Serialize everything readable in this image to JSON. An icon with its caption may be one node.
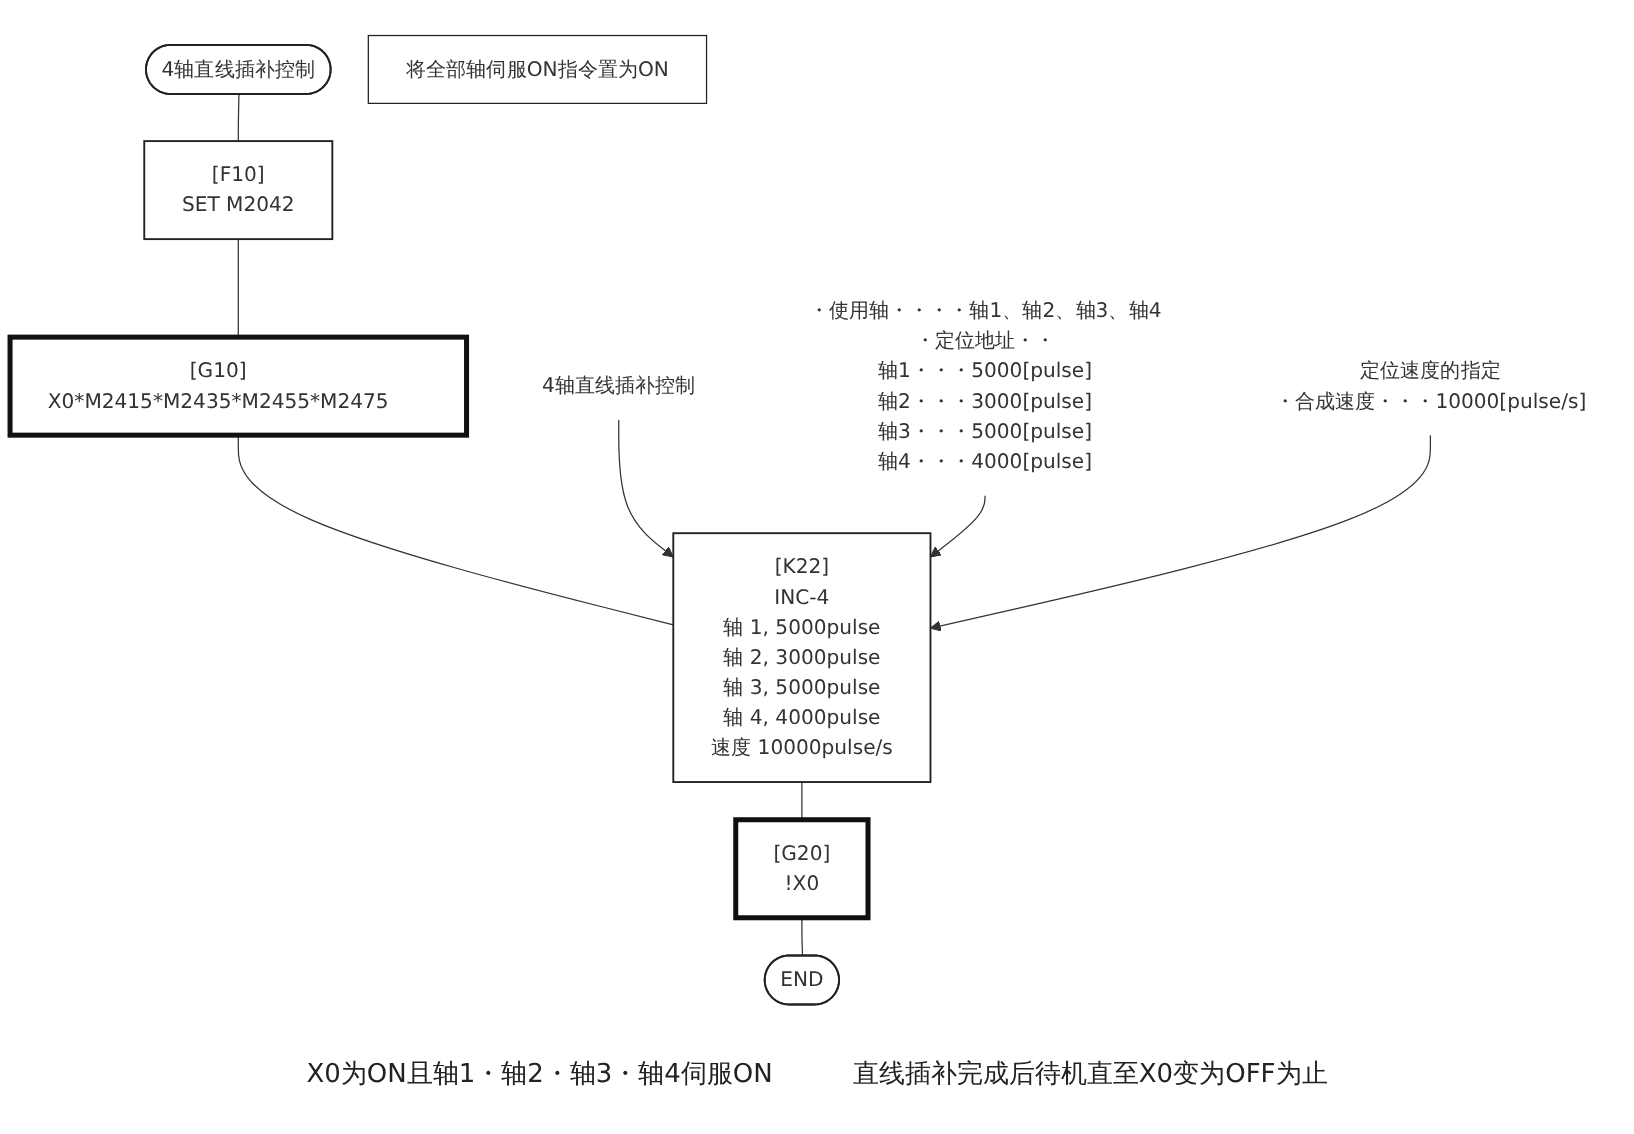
{
  "diagram": {
    "nodes": [
      {
        "text": [
          "4轴直线插补控制"
        ]
      },
      {
        "text": [
          "[F10]",
          "SET M2042"
        ]
      },
      {
        "text": [
          "将全部轴伺服ON指令置为ON"
        ]
      },
      {
        "text": [
          "[G10]",
          "X0*M2415*M2435*M2455*M2475"
        ]
      },
      {
        "text": [
          "[K22]",
          "INC-4",
          "轴 1, 5000pulse",
          "轴 2, 3000pulse",
          "轴 3, 5000pulse",
          "轴 4, 4000pulse",
          "速度 10000pulse/s"
        ]
      },
      {
        "text": [
          "[G20]",
          "!X0"
        ]
      },
      {
        "text": [
          "END"
        ]
      },
      {
        "text": [
          "4轴直线插补控制"
        ]
      },
      {
        "text": [
          "・使用轴・・・・轴1、轴2、轴3、轴4",
          "・定位地址・・",
          "轴1・・・5000[pulse]",
          "轴2・・・3000[pulse]",
          "轴3・・・5000[pulse]",
          "轴4・・・4000[pulse]"
        ]
      },
      {
        "text": [
          "定位速度的指定",
          "・合成速度・・・10000[pulse/s]"
        ]
      }
    ],
    "edges": [
      {
        "from": 0,
        "to": 1,
        "arrow": "none"
      },
      {
        "from": 1,
        "to": 3,
        "arrow": "none"
      },
      {
        "from": 3,
        "to": 4,
        "arrow": "none"
      },
      {
        "from": 4,
        "to": 5,
        "arrow": "none"
      },
      {
        "from": 5,
        "to": 6,
        "arrow": "none"
      },
      {
        "from": 7,
        "to": 4,
        "arrow": "to"
      },
      {
        "from": 8,
        "to": 4,
        "arrow": "to"
      },
      {
        "from": 9,
        "to": 4,
        "arrow": "to"
      }
    ],
    "labels": [
      "X0为ON且轴1・轴2・轴3・轴4伺服ON",
      "直线插补完成后待机直至X0变为OFF为止"
    ]
  }
}
